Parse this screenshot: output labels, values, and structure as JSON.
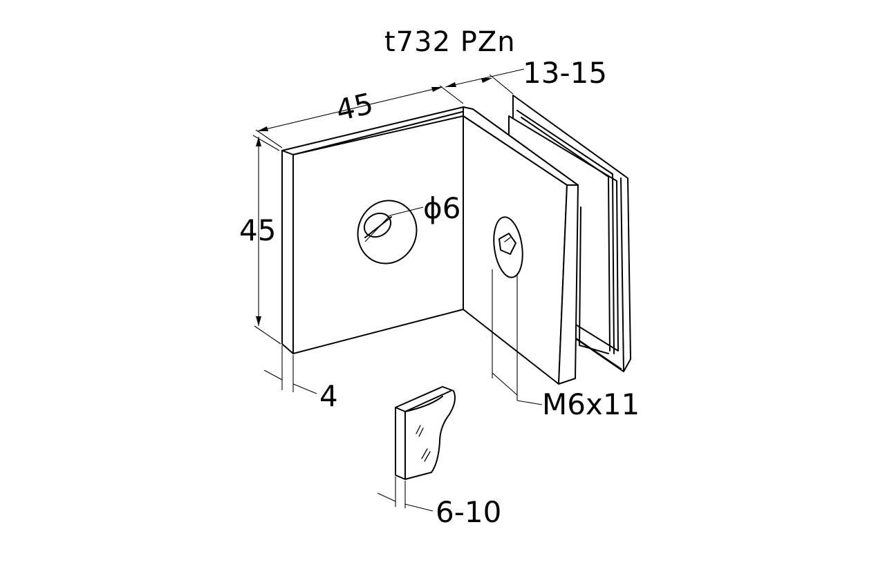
{
  "title": "t732 PZn",
  "dimensions": {
    "plate_width": "45",
    "plate_height": "45",
    "glass_clamp_range": "13-15",
    "hole_diameter": "ϕ6",
    "plate_thickness": "4",
    "screw": "M6x11",
    "insert_glass_range": "6-10"
  },
  "colors": {
    "line": "#000000",
    "background": "#ffffff"
  }
}
